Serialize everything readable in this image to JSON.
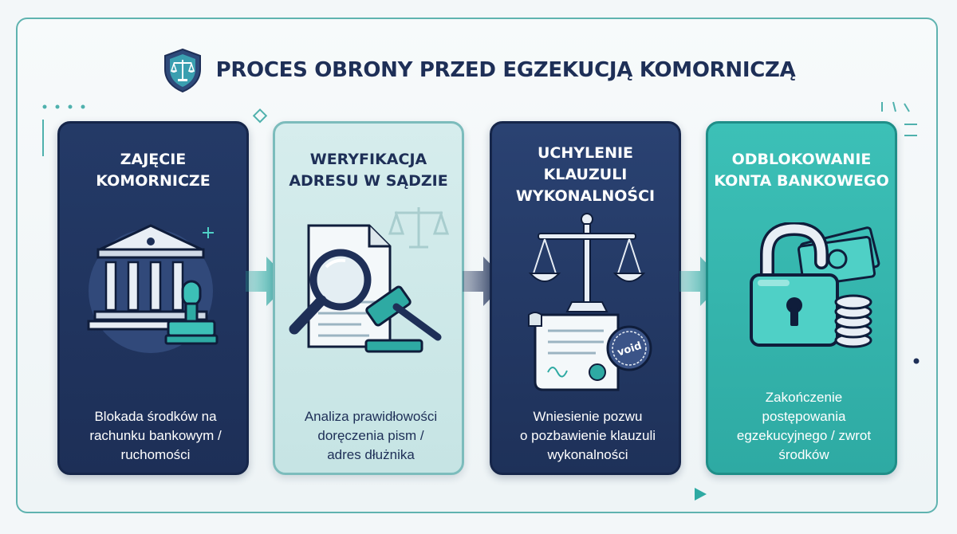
{
  "title": "PROCES OBRONY PRZED EGZEKUCJĄ KOMORNICZĄ",
  "steps": [
    {
      "title_lines": [
        "ZAJĘCIE",
        "KOMORNICZE"
      ],
      "desc_lines": [
        "Blokada środków na",
        "rachunku bankowym /",
        "ruchomości"
      ]
    },
    {
      "title_lines": [
        "WERYFIKACJA",
        "ADRESU W SĄDZIE"
      ],
      "desc_lines": [
        "Analiza prawidłowości",
        "doręczenia pism /",
        "adres dłużnika"
      ]
    },
    {
      "title_lines": [
        "UCHYLENIE",
        "KLAUZULI",
        "WYKONALNOŚCI"
      ],
      "desc_lines": [
        "Wniesienie pozwu",
        "o pozbawienie klauzuli",
        "wykonalności"
      ],
      "stamp_text": "void"
    },
    {
      "title_lines": [
        "ODBLOKOWANIE",
        "KONTA BANKOWEGO"
      ],
      "desc_lines": [
        "Zakończenie",
        "postępowania",
        "egzekucyjnego / zwrot",
        "środków"
      ]
    }
  ],
  "colors": {
    "navy": "#1e2f57",
    "teal": "#2eaaa3",
    "light_teal": "#c6e4e4",
    "frame": "#5fb3b0"
  },
  "icons": [
    "shield-scales-icon",
    "courthouse-icon",
    "stamp-icon",
    "magnifier-icon",
    "gavel-icon",
    "scales-icon",
    "document-icon",
    "padlock-icon",
    "money-icon",
    "coins-icon",
    "arrow-right-icon"
  ]
}
